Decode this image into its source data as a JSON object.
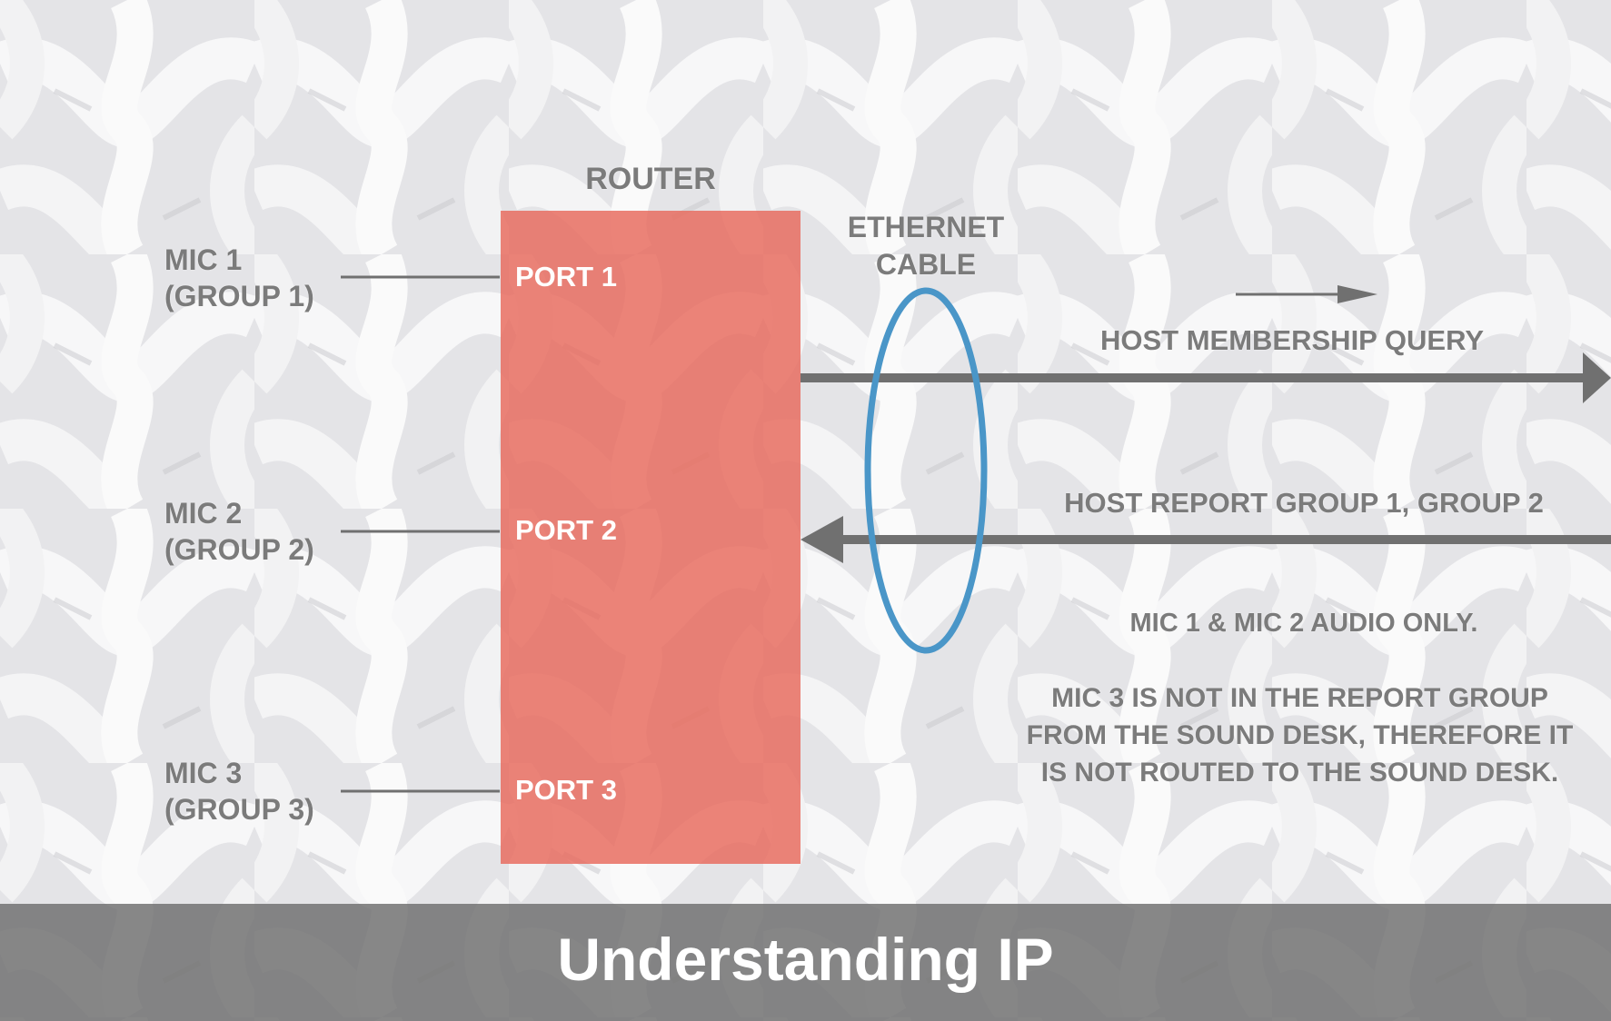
{
  "router": {
    "title": "ROUTER",
    "ports": [
      "PORT 1",
      "PORT 2",
      "PORT 3"
    ]
  },
  "mics": [
    {
      "name": "MIC 1",
      "group": "(GROUP 1)"
    },
    {
      "name": "MIC 2",
      "group": "(GROUP 2)"
    },
    {
      "name": "MIC 3",
      "group": "(GROUP 3)"
    }
  ],
  "cable": {
    "line1": "ETHERNET",
    "line2": "CABLE"
  },
  "messages": {
    "query": "HOST MEMBERSHIP QUERY",
    "report": "HOST REPORT GROUP 1, GROUP 2",
    "audio": "MIC 1 & MIC 2 AUDIO ONLY.",
    "note": [
      "MIC 3 IS NOT IN THE REPORT GROUP",
      "FROM THE SOUND DESK, THEREFORE IT",
      "IS NOT ROUTED TO THE SOUND DESK."
    ]
  },
  "caption": "Understanding IP",
  "colors": {
    "router_fill": "#e8695c",
    "cable_ellipse": "#4a96c8",
    "label_text": "#7b7b7b",
    "arrow": "#707070",
    "caption_bar": "#6e6e6e"
  }
}
